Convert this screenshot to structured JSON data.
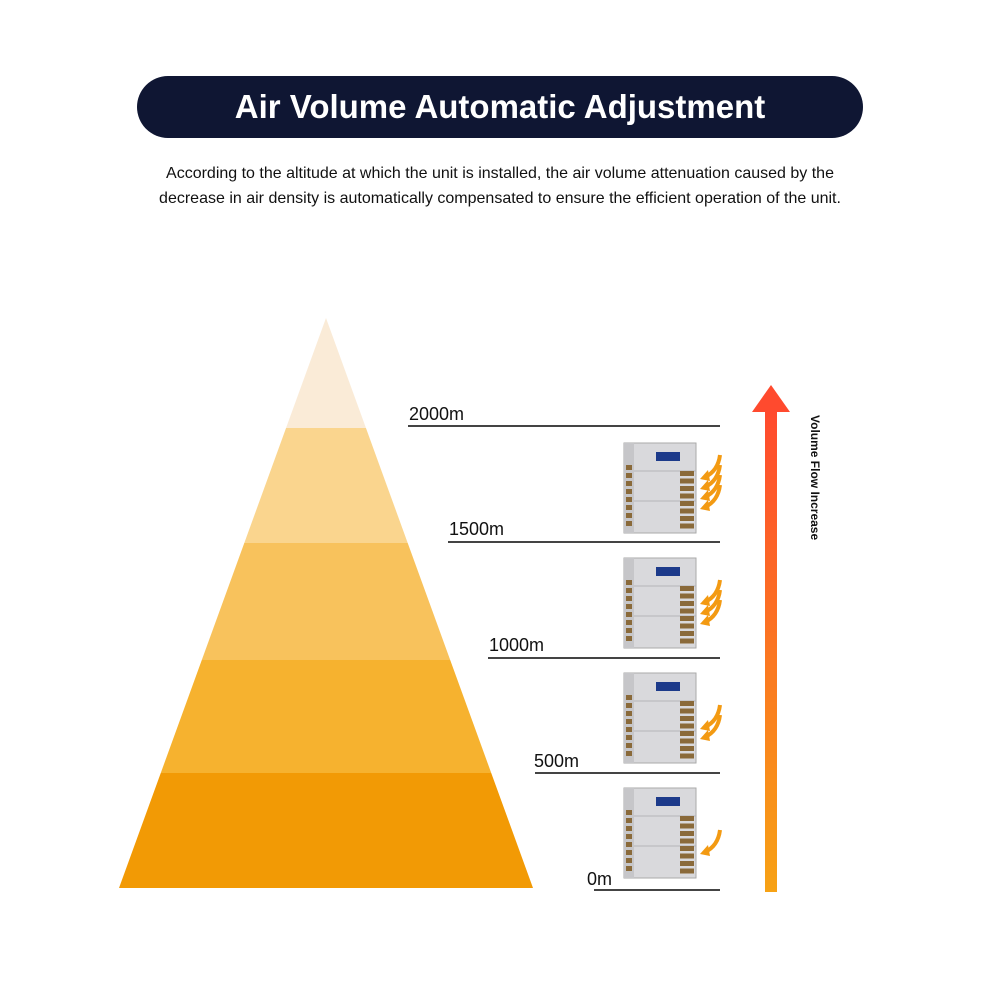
{
  "title": "Air Volume Automatic Adjustment",
  "description": "According to the altitude at which the unit is installed, the air volume attenuation caused by the decrease in air density is automatically compensated to ensure the efficient operation of the unit.",
  "levels": [
    {
      "label": "2000m",
      "arrows": 4
    },
    {
      "label": "1500m",
      "arrows": 3
    },
    {
      "label": "1000m",
      "arrows": 2
    },
    {
      "label": "500m",
      "arrows": 1
    },
    {
      "label": "0m"
    }
  ],
  "arrow_label": "Volume Flow Increase",
  "colors": {
    "title_bg": "#0f1633",
    "pyramid": [
      "#FAEBD7",
      "#FAD58E",
      "#F8C25C",
      "#F6B22F",
      "#F29A05"
    ],
    "arrow_top": "#FF4A2E",
    "arrow_bottom": "#F7A215"
  }
}
